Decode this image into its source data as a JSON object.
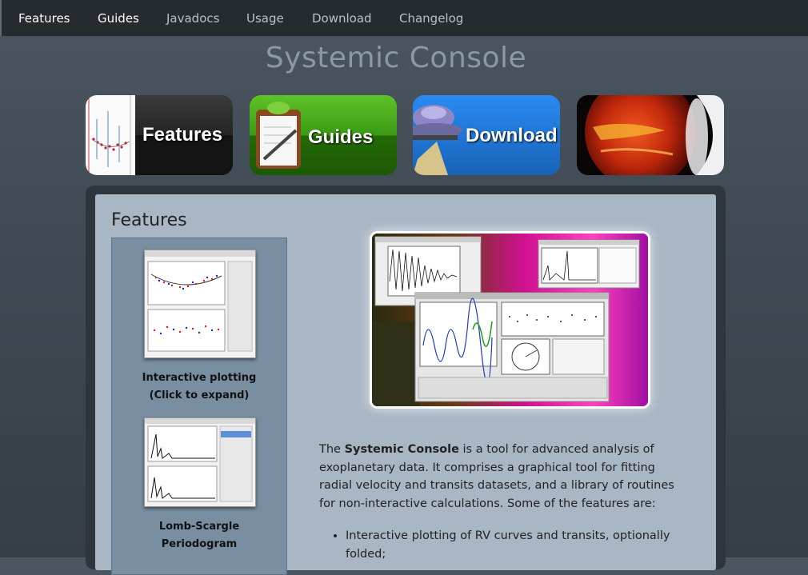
{
  "nav": {
    "items": [
      {
        "label": "Features"
      },
      {
        "label": "Guides"
      },
      {
        "label": "Javadocs"
      },
      {
        "label": "Usage"
      },
      {
        "label": "Download"
      },
      {
        "label": "Changelog"
      }
    ]
  },
  "header": {
    "title": "Systemic Console"
  },
  "tiles": {
    "features": "Features",
    "guides": "Guides",
    "download": "Download"
  },
  "main": {
    "heading": "Features",
    "sidebar": {
      "item1": {
        "title": "Interactive plotting",
        "subtitle": "(Click to expand)"
      },
      "item2": {
        "title1": "Lomb-Scargle",
        "title2": "Periodogram"
      }
    },
    "intro": {
      "pre": "The ",
      "strong": "Systemic Console",
      "post": " is a tool for advanced analysis of exoplanetary data. It comprises a graphical tool for fitting radial velocity and transits datasets, and a library of routines for non-interactive calculations. Some of the features are:"
    },
    "bullets": [
      "Interactive plotting of RV curves and transits, optionally folded;"
    ]
  },
  "colors": {
    "nav_bg": "#262b30",
    "title": "#8a98a8",
    "panel": "#a9b6c4",
    "sidebar": "#7a8ea2",
    "guides_green": "#3a9a14",
    "download_blue": "#1e73d0"
  }
}
